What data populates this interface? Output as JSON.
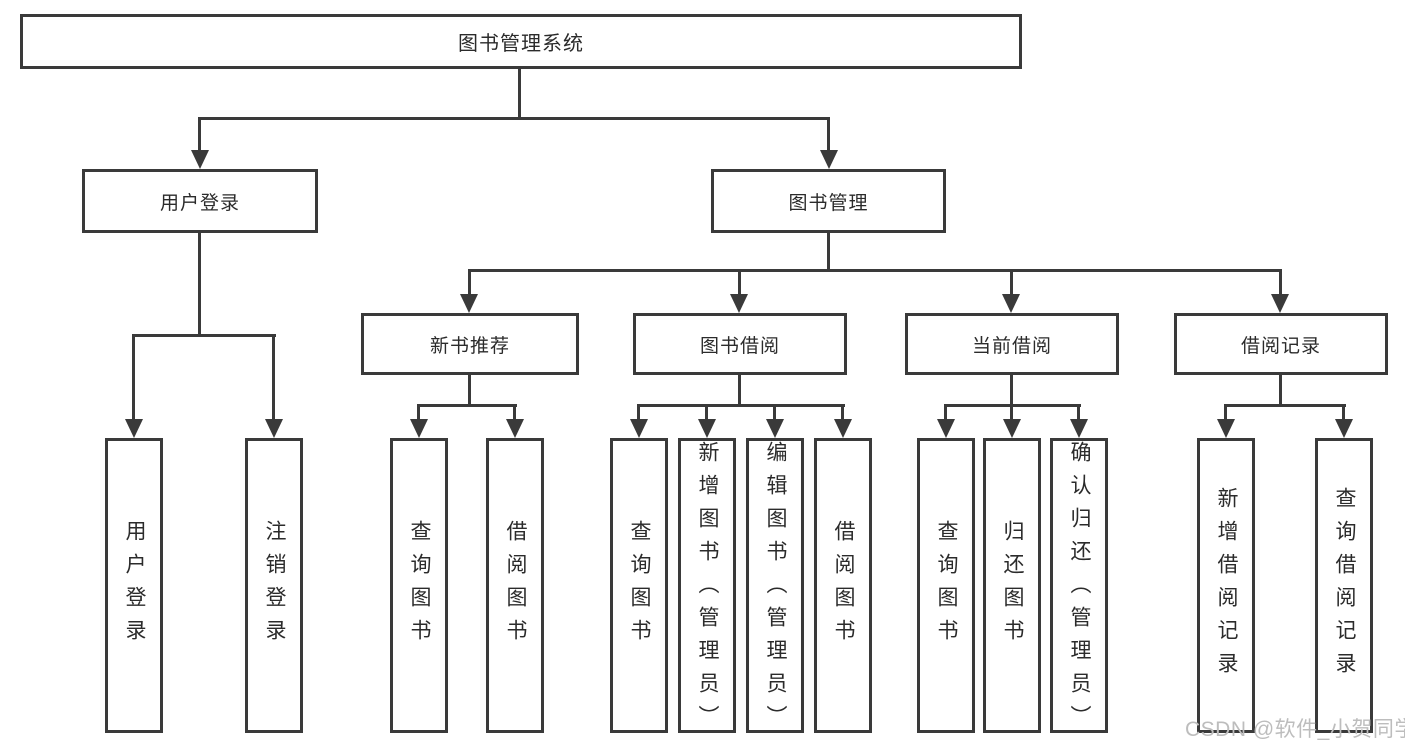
{
  "diagram": {
    "root": {
      "label": "图书管理系统",
      "children": [
        {
          "label": "用户登录",
          "children": [
            {
              "label": "用户登录"
            },
            {
              "label": "注销登录"
            }
          ]
        },
        {
          "label": "图书管理",
          "children": [
            {
              "label": "新书推荐",
              "children": [
                {
                  "label": "查询图书"
                },
                {
                  "label": "借阅图书"
                }
              ]
            },
            {
              "label": "图书借阅",
              "children": [
                {
                  "label": "查询图书"
                },
                {
                  "label": "新增图书（管理员）"
                },
                {
                  "label": "编辑图书（管理员）"
                },
                {
                  "label": "借阅图书"
                }
              ]
            },
            {
              "label": "当前借阅",
              "children": [
                {
                  "label": "查询图书"
                },
                {
                  "label": "归还图书"
                },
                {
                  "label": "确认归还（管理员）"
                }
              ]
            },
            {
              "label": "借阅记录",
              "children": [
                {
                  "label": "新增借阅记录"
                },
                {
                  "label": "查询借阅记录"
                }
              ]
            }
          ]
        }
      ]
    }
  },
  "watermark": {
    "text": "CSDN @软件_小贺同学"
  },
  "colors": {
    "line": "#3a3a3a",
    "text": "#2b2b2b",
    "wm": "#bdbdbd",
    "bg": "#ffffff"
  }
}
